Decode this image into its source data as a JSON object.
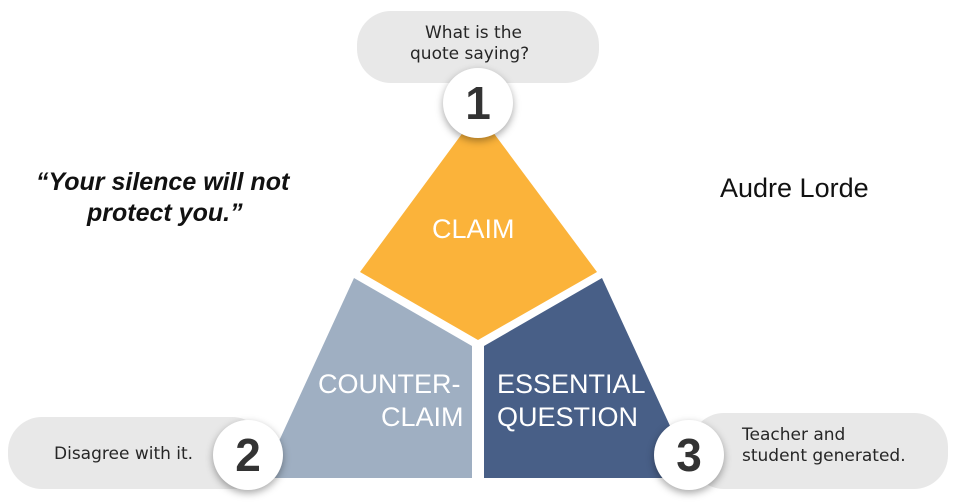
{
  "quote": {
    "line1": "“Your silence will not",
    "line2": "protect you.”"
  },
  "author": "Audre Lorde",
  "segments": {
    "claim": {
      "label": "CLAIM",
      "color": "#FBB33A"
    },
    "counter": {
      "line1": "COUNTER-",
      "line2": "CLAIM",
      "color": "#9FAFC2"
    },
    "essential": {
      "line1": "ESSENTIAL",
      "line2": "QUESTION",
      "color": "#485F87"
    }
  },
  "steps": [
    {
      "number": "1",
      "line1": "What is the",
      "line2": "quote saying?"
    },
    {
      "number": "2",
      "line1": "Disagree with it.",
      "line2": ""
    },
    {
      "number": "3",
      "line1": "Teacher and",
      "line2": "student generated."
    }
  ]
}
